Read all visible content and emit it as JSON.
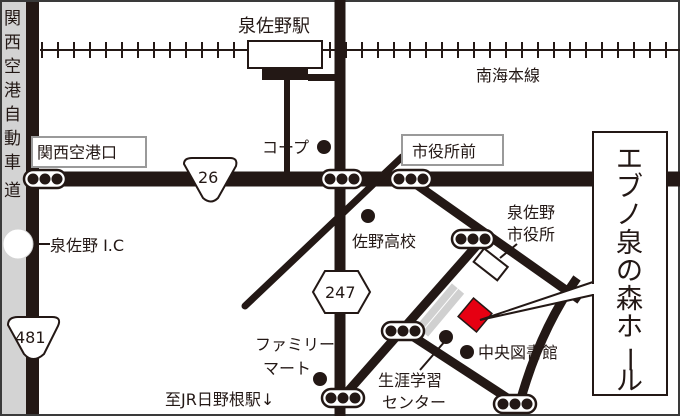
{
  "map": {
    "expressway_label": [
      "関",
      "西",
      "空",
      "港",
      "自",
      "動",
      "車",
      "道"
    ],
    "station": "泉佐野駅",
    "railway": "南海本線",
    "kanku_entrance": "関西空港口",
    "coop": "コープ",
    "city_hall_front": "市役所前",
    "route_26": "26",
    "route_247": "247",
    "route_481": "481",
    "ic": "泉佐野 I.C",
    "sano_high": "佐野高校",
    "city_hall_line1": "泉佐野",
    "city_hall_line2": "市役所",
    "library": "中央図書館",
    "learning_line1": "生涯学習",
    "learning_line2": "センター",
    "familymart_line1": "ファミリー",
    "familymart_line2": "マート",
    "to_jr": "至JR日野根駅↓",
    "venue": [
      "エ",
      "ブ",
      "ノ",
      "泉",
      "の",
      "森",
      "ホ",
      "ー",
      "ル"
    ]
  },
  "colors": {
    "road": "#231815",
    "venue": "#e60012",
    "expressway": "#d3d3d3",
    "parking": "#d0d0d0"
  }
}
